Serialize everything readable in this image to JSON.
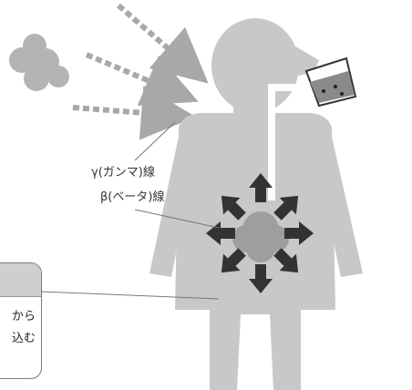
{
  "labels": {
    "gamma": "γ(ガンマ)線",
    "beta": "β(ベータ)線"
  },
  "callout": {
    "line1": "から",
    "line2": "込む"
  },
  "colors": {
    "body": "#c8c8c8",
    "ray": "#a8a8a8",
    "arrow": "#333333",
    "particle": "#b4b4b4",
    "tube": "#ffffff",
    "callout_head": "#cfcfcf"
  }
}
